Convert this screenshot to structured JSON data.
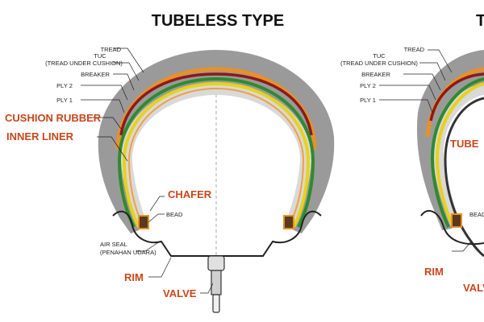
{
  "left": {
    "title": "TUBELESS TYPE",
    "labels": {
      "tread": "TREAD",
      "tuc": "TUC",
      "tuc_sub": "(TREAD UNDER CUSHION)",
      "breaker": "BREAKER",
      "ply2": "PLY 2",
      "ply1": "PLY 1",
      "bead": "BEAD",
      "air_seal": "AIR SEAL",
      "air_seal_sub": "(PENAHAN UDARA)"
    },
    "callouts": {
      "cushion_rubber": "CUSHION RUBBER",
      "inner_liner": "INNER LINER",
      "chafer": "CHAFER",
      "rim": "RIM",
      "valve": "VALVE"
    }
  },
  "right": {
    "title": "T",
    "labels": {
      "tread": "TREAD",
      "tuc": "TUC",
      "tuc_sub": "(TREAD UNDER CUSHION)",
      "breaker": "BREAKER",
      "ply2": "PLY 2",
      "ply1": "PLY 1",
      "bead": "BEAD"
    },
    "callouts": {
      "tube": "TUBE",
      "rim": "RIM",
      "valve": "VALV"
    }
  },
  "colors": {
    "tread": "#9a9a9a",
    "tuc": "#e8902a",
    "breaker": "#8b1a1a",
    "ply2": "#2e8b2e",
    "ply1": "#e8d21a",
    "callout": "#c8461c"
  }
}
